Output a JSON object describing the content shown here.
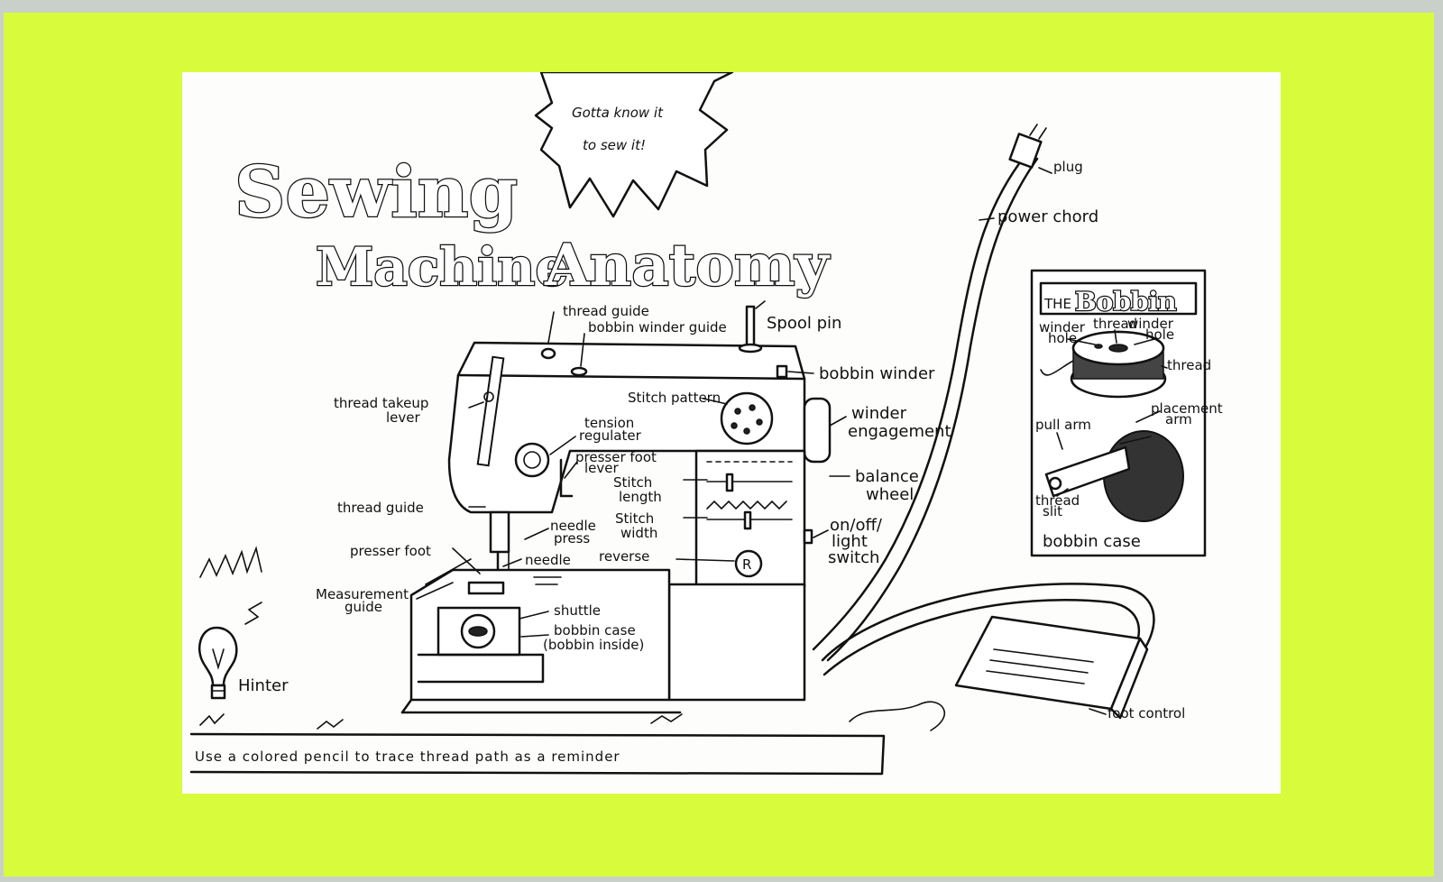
{
  "title": {
    "line1": "Sewing",
    "line2a": "Machine",
    "line2b": "Anatomy"
  },
  "burst_text": {
    "line1": "Gotta know it",
    "line2": "to sew it!"
  },
  "labels": {
    "thread_guide_top": "thread guide",
    "bobbin_winder_guide": "bobbin winder guide",
    "spool_pin": "Spool pin",
    "bobbin_winder": "bobbin winder",
    "thread_takeup_lever_1": "thread takeup",
    "thread_takeup_lever_2": "lever",
    "stitch_pattern": "Stitch pattern",
    "tension_regulator_1": "tension",
    "tension_regulator_2": "regulater",
    "winder_engagement_1": "winder",
    "winder_engagement_2": "engagement",
    "presser_foot_lever_1": "presser foot",
    "presser_foot_lever_2": "lever",
    "stitch_length_1": "Stitch",
    "stitch_length_2": "length",
    "balance_wheel_1": "balance",
    "balance_wheel_2": "wheel",
    "thread_guide_mid": "thread guide",
    "stitch_width_1": "Stitch",
    "stitch_width_2": "width",
    "needle_press_1": "needle",
    "needle_press_2": "press",
    "on_off_1": "on/off/",
    "on_off_2": "light",
    "on_off_3": "switch",
    "presser_foot": "presser foot",
    "needle": "needle",
    "reverse": "reverse",
    "measurement_guide_1": "Measurement",
    "measurement_guide_2": "guide",
    "shuttle": "shuttle",
    "bobbin_case_1": "bobbin case",
    "bobbin_case_2": "(bobbin inside)",
    "plug": "plug",
    "power_chord": "power chord",
    "foot_control": "foot control",
    "hinter": "Hinter",
    "hint_text": "Use a colored pencil to trace thread path as a reminder"
  },
  "bobbin_panel": {
    "title_prefix": "THE",
    "title": "Bobbin",
    "winder_hole_left_1": "winder",
    "winder_hole_left_2": "hole",
    "thread_top": "thread",
    "winder_hole_right_1": "winder",
    "winder_hole_right_2": "hole",
    "thread_side": "thread",
    "placement_arm_1": "placement",
    "placement_arm_2": "arm",
    "pull_arm": "pull arm",
    "thread_slit_1": "thread",
    "thread_slit_2": "slit",
    "caption": "bobbin case"
  },
  "dial_letter": "R",
  "colors": {
    "card": "#d8fb3c",
    "paper": "#fdfdfb",
    "ink": "#111111"
  }
}
